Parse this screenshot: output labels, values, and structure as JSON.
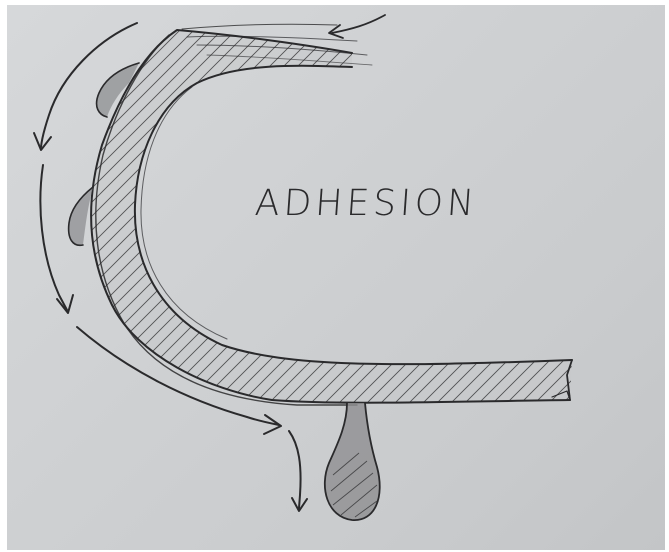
{
  "diagram": {
    "label": "ADHESION",
    "colors": {
      "paper": "#cfd1d3",
      "ink": "#2a2a2c",
      "shading": "#8e8f91"
    },
    "elements": {
      "surface": "curved-hatched-surface",
      "droplets": [
        "droplet-upper",
        "droplet-middle",
        "droplet-hanging"
      ],
      "arrows": [
        "flow-arrow-top",
        "flow-arrow-left-upper",
        "flow-arrow-left-lower",
        "flow-arrow-bottom",
        "flow-arrow-drip"
      ]
    }
  }
}
